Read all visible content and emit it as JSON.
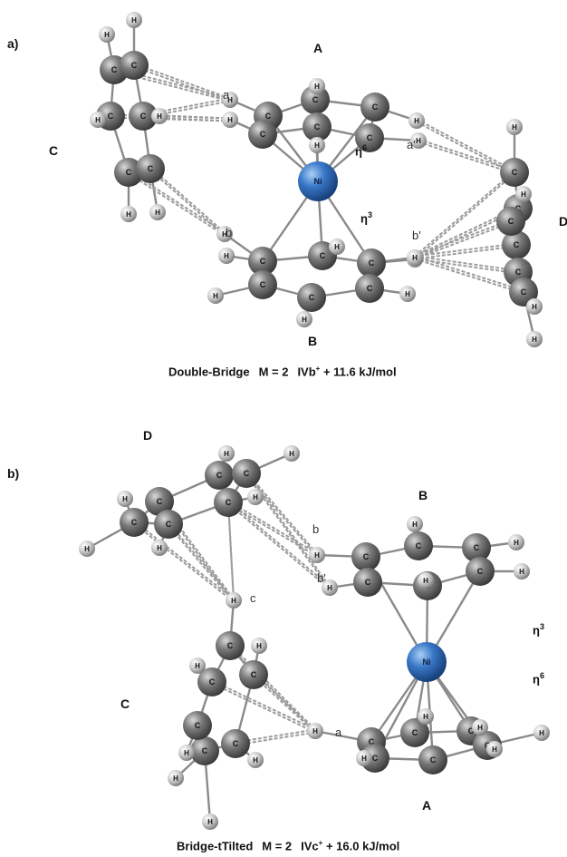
{
  "panel_a": {
    "label": "a)",
    "ring_labels": {
      "A": "A",
      "B": "B",
      "C": "C",
      "D": "D"
    },
    "bond_labels": {
      "a": "a",
      "a_prime": "a'",
      "b": "b",
      "b_prime": "b'"
    },
    "eta_top": {
      "base": "η",
      "sup": "6"
    },
    "eta_bottom": {
      "base": "η",
      "sup": "3"
    },
    "metal": "Ni",
    "caption": {
      "name": "Double-Bridge",
      "mult": "M = 2",
      "species": "IVb",
      "charge": "+",
      "energy": "+ 11.6 kJ/mol"
    }
  },
  "panel_b": {
    "label": "b)",
    "ring_labels": {
      "A": "A",
      "B": "B",
      "C": "C",
      "D": "D"
    },
    "bond_labels": {
      "a": "a",
      "b": "b",
      "b_prime": "b'",
      "c": "c"
    },
    "eta_top": {
      "base": "η",
      "sup": "3"
    },
    "eta_bottom": {
      "base": "η",
      "sup": "6"
    },
    "metal": "Ni",
    "caption": {
      "name": "Bridge-tTilted",
      "mult": "M = 2",
      "species": "IVc",
      "charge": "+",
      "energy": "+ 16.0 kJ/mol"
    }
  },
  "atoms": {
    "carbon": "C",
    "hydrogen": "H"
  },
  "colors": {
    "carbon": "#6e6e6e",
    "hydrogen": "#c8c8c8",
    "nickel": "#3a78c8",
    "bond": "#8a8a8a"
  }
}
